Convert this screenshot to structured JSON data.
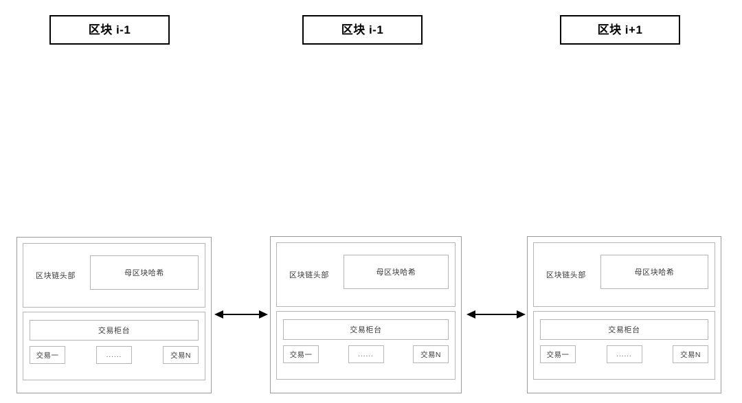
{
  "diagram": {
    "title_boxes": [
      {
        "label": "区块 i-1"
      },
      {
        "label": "区块 i-1"
      },
      {
        "label": "区块 i+1"
      }
    ],
    "blocks": [
      {
        "header_label": "区块链头部",
        "parent_hash_label": "母区块哈希",
        "counter_label": "交易柜台",
        "tx_first": "交易一",
        "tx_mid": "......",
        "tx_last": "交易N"
      },
      {
        "header_label": "区块链头部",
        "parent_hash_label": "母区块哈希",
        "counter_label": "交易柜台",
        "tx_first": "交易一",
        "tx_mid": "......",
        "tx_last": "交易N"
      },
      {
        "header_label": "区块链头部",
        "parent_hash_label": "母区块哈希",
        "counter_label": "交易柜台",
        "tx_first": "交易一",
        "tx_mid": "......",
        "tx_last": "交易N"
      }
    ],
    "connectors": [
      {
        "name": "double-arrow-left"
      },
      {
        "name": "double-arrow-right"
      }
    ],
    "colors": {
      "title_border": "#000000",
      "block_border": "#9a9a9a",
      "inner_border": "#b5b5b5",
      "text": "#3a3a3a",
      "background": "#ffffff"
    }
  }
}
